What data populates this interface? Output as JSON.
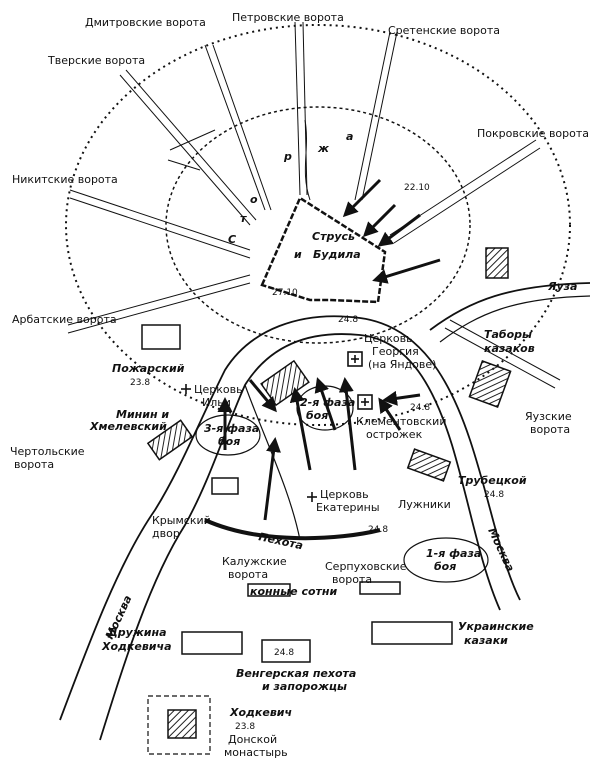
{
  "colors": {
    "ink": "#111111",
    "paper": "#ffffff",
    "hatch": "#222222"
  },
  "gates": {
    "dmitrovskie": "Дмитровские ворота",
    "petrovskie": "Петровские ворота",
    "sretenskie": "Сретенские ворота",
    "tverskie": "Тверские ворота",
    "pokrovskie": "Покровские ворота",
    "nikitskie": "Никитские ворота",
    "arbatskie": "Арбатские ворота",
    "chertolskie_1": "Чертольские",
    "chertolskie_2": "ворота",
    "yauzskie_1": "Яузские",
    "yauzskie_2": "ворота",
    "kaluzhskie_1": "Калужские",
    "kaluzhskie_2": "ворота",
    "serpukhovskie_1": "Серпуховские",
    "serpukhovskie_2": "ворота"
  },
  "rivers": {
    "yauza": "Яуза",
    "moskva_left": "Москва",
    "moskva_right": "Москва"
  },
  "kremlin": {
    "label_1": "Струсь",
    "label_2": "и",
    "label_3": "Будила",
    "date": "27.10"
  },
  "wall": {
    "s": "С",
    "t": "т",
    "o": "о",
    "r": "р",
    "zh": "ж",
    "a": "а",
    "date": "22.10"
  },
  "forces": {
    "pozharsky": "Пожарский",
    "pozharsky_date": "23.8",
    "minin_1": "Минин и",
    "minin_2": "Хмелевский",
    "trubetskoy": "Трубецкой",
    "trubetskoy_date": "24.8",
    "tabory_1": "Таборы",
    "tabory_2": "казаков",
    "druzhina_1": "Дружина",
    "druzhina_2": "Ходкевича",
    "hungarian_1": "Венгерская пехота",
    "hungarian_2": "и запорожцы",
    "hungarian_date": "24.8",
    "ukrainian_1": "Украинские",
    "ukrainian_2": "казаки",
    "khodkevich": "Ходкевич",
    "khodkevich_date": "23.8",
    "donskoy_1": "Донской",
    "donskoy_2": "монастырь"
  },
  "places": {
    "church_ilya_1": "Церковь",
    "church_ilya_2": "Ильи",
    "church_georgiy_1": "Церковь",
    "church_georgiy_2": "Георгия",
    "church_georgiy_3": "(на Яндове)",
    "church_ekaterina_1": "Церковь",
    "church_ekaterina_2": "Екатерины",
    "klementovsky_1": "Клементовский",
    "klementovsky_2": "острожек",
    "luzhniki": "Лужники",
    "krymsky_1": "Крымский",
    "krymsky_2": "двор"
  },
  "phases": {
    "phase1_1": "1-я фаза",
    "phase1_2": "боя",
    "phase2_1": "2-я фаза",
    "phase2_2": "боя",
    "phase3_1": "3-я фаза",
    "phase3_2": "боя"
  },
  "annotations": {
    "pekhota": "Пехота",
    "konnye": "конные сотни",
    "date_24_8_a": "24.8",
    "date_24_8_b": "24.8",
    "date_24_8_c": "24.8"
  }
}
